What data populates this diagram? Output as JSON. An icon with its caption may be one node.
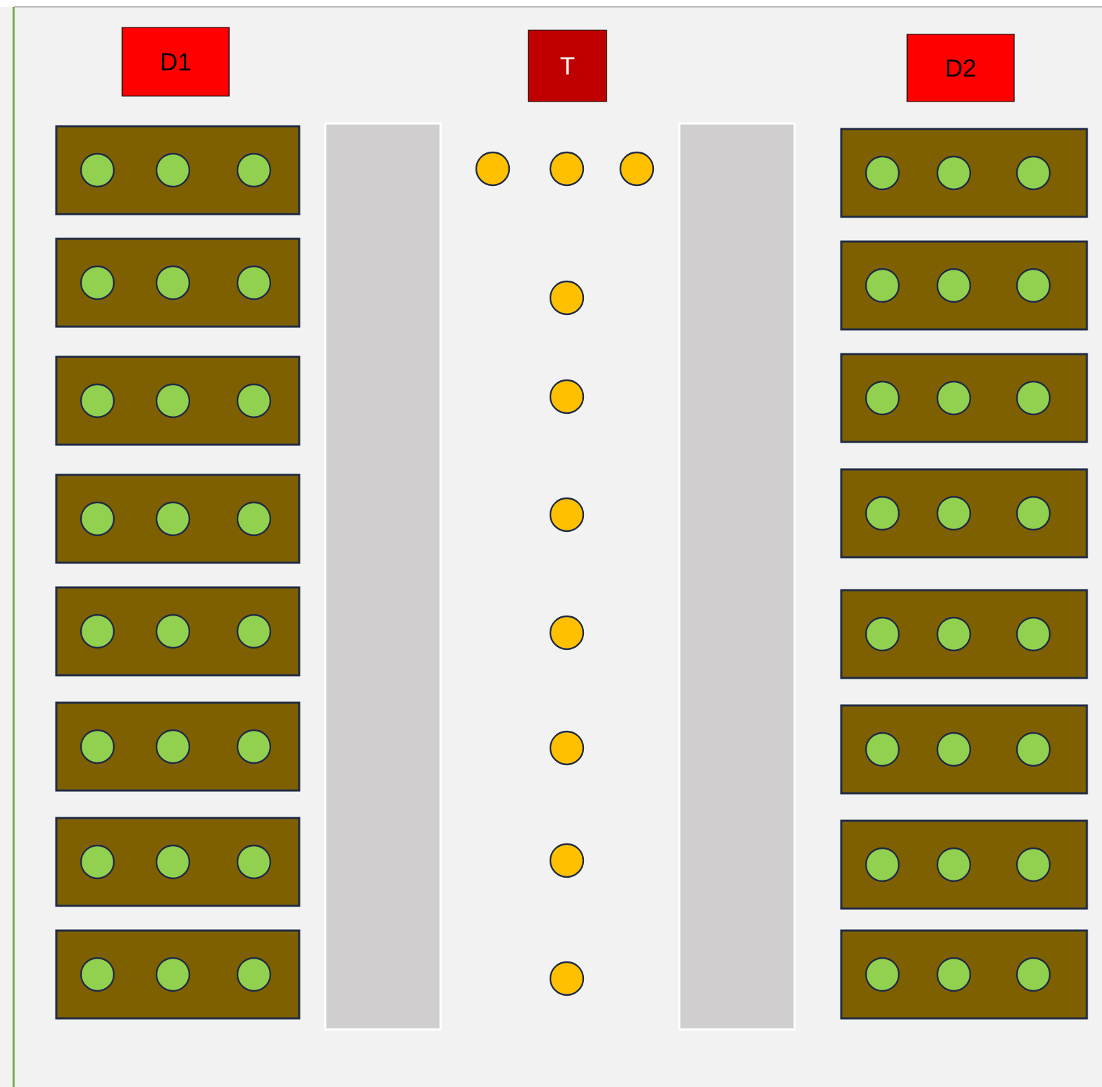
{
  "diagram": {
    "nodes": [
      {
        "text": [
          "D1"
        ]
      },
      {
        "text": [
          "T"
        ]
      },
      {
        "text": [
          "D2"
        ]
      }
    ]
  }
}
